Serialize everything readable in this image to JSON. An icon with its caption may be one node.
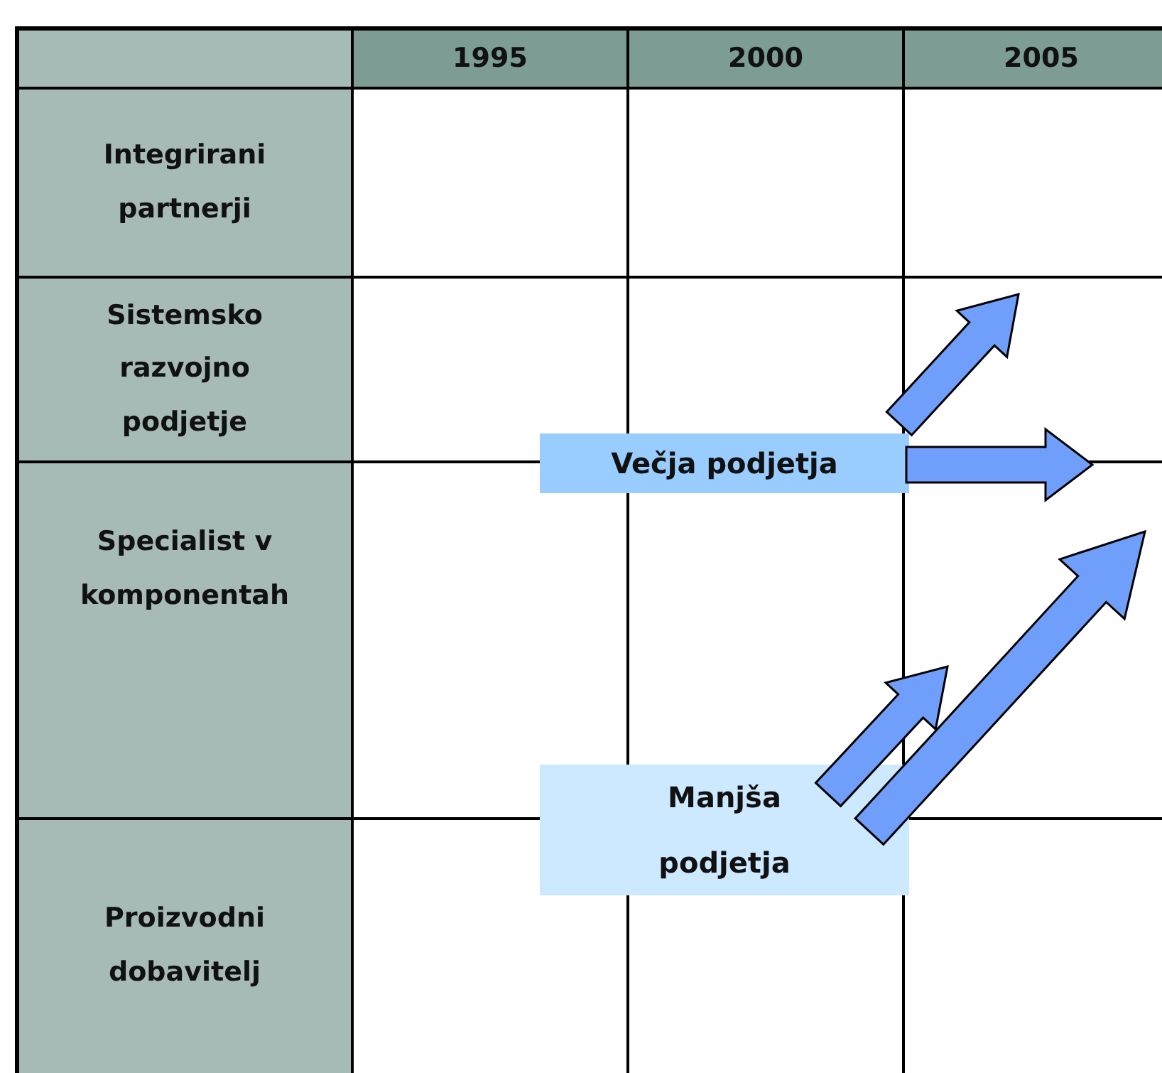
{
  "diagram": {
    "nodes": [
      {
        "text": [
          "Večja podjetja"
        ]
      },
      {
        "text": [
          "Manjša podjetja"
        ]
      }
    ],
    "edges": [
      {
        "from": 0,
        "to": null,
        "arrow": "to"
      },
      {
        "from": 0,
        "to": null,
        "arrow": "to"
      },
      {
        "from": 1,
        "to": null,
        "arrow": "to"
      },
      {
        "from": 1,
        "to": null,
        "arrow": "to"
      }
    ],
    "labels": [
      "1995",
      "2000",
      "2005",
      "Integrirani partnerji",
      "Sistemsko razvojno podjetje",
      "Specialist v komponentah",
      "Proizvodni dobavitelj"
    ]
  }
}
